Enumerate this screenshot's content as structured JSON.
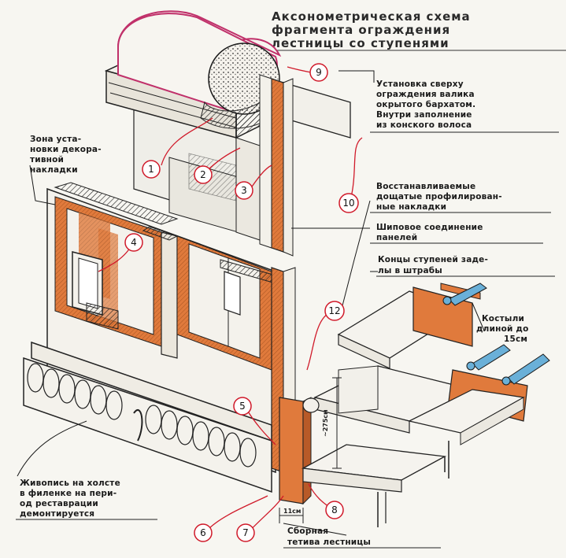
{
  "title": [
    "Аксонометрическая схема",
    "фрагмента ограждения",
    "лестницы со ступенями"
  ],
  "labels": {
    "rail_top": [
      "Установка сверху",
      "ограждения валика",
      "окрытого бархатом.",
      "Внутри заполнение",
      "из конского волоса"
    ],
    "decor_zone": [
      "Зона уста-",
      "новки декора-",
      "тивной",
      "накладки"
    ],
    "plank_overlays": [
      "Восстанавливаемые",
      "дощатые профилирован-",
      "ные накладки"
    ],
    "tenon_joint": [
      "Шиповое соединение",
      "панелей"
    ],
    "step_ends": [
      "Концы ступеней заде-",
      "лы          в       штрабы"
    ],
    "crutches": [
      "Костыли",
      "длиной до",
      "15см"
    ],
    "painting": [
      "Живопись на холсте",
      "в филенке на пери-",
      "од реставрации",
      "демонтируется"
    ],
    "stringer": [
      "Сборная",
      "тетива лестницы"
    ]
  },
  "dims": {
    "height": "~275см",
    "width": "11см"
  },
  "callouts": [
    "1",
    "2",
    "3",
    "4",
    "5",
    "6",
    "7",
    "8",
    "9",
    "10",
    "12"
  ],
  "colors": {
    "ink": "#1a1a1a",
    "wood": "#e07a3c",
    "wood_light": "#f0a066",
    "rail": "#c0306a",
    "leader": "#d01a2a",
    "metal": "#6ab0d8"
  }
}
